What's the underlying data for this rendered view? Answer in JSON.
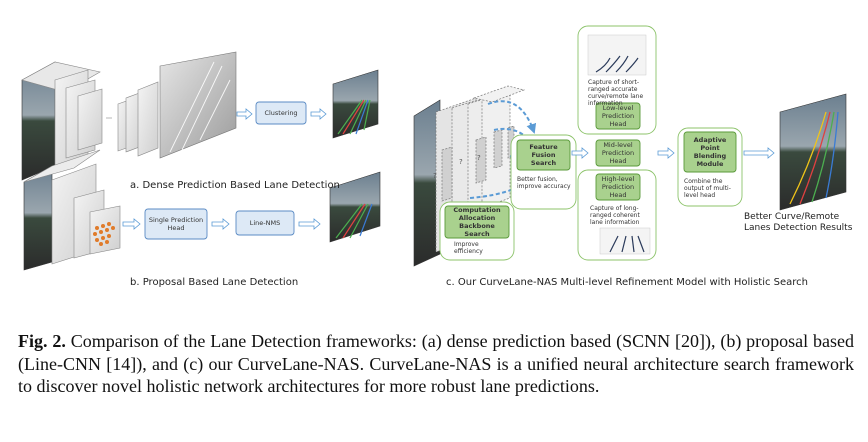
{
  "panel_a": {
    "caption": "a. Dense Prediction Based Lane Detection",
    "clustering": "Clustering"
  },
  "panel_b": {
    "caption": "b. Proposal Based Lane Detection",
    "single_head": "Single Prediction Head",
    "line_nms": "Line-NMS"
  },
  "panel_c": {
    "caption": "c. Our CurveLane-NAS Multi-level Refinement Model with Holistic Search",
    "feature_fusion": "Feature Fusion Search",
    "feature_fusion_note": "Better fusion, improve accuracy",
    "computation": "Computation Allocation Backbone Search",
    "computation_note": "Improve efficiency",
    "low_level_note": "Capture of short-ranged accurate curve/remote lane information",
    "low_level": "Low-level Prediction Head",
    "mid_level": "Mid-level Prediction Head",
    "high_level": "High-level Prediction Head",
    "high_level_note": "Capture of long-ranged coherent lane information",
    "blending": "Adaptive Point Blending Module",
    "blending_note": "Combine the output of multi-level head",
    "result": "Better Curve/Remote Lanes Detection Results"
  },
  "colors": {
    "blue_box_fill": "#dde9f6",
    "blue_box_stroke": "#5b8bc4",
    "green_box_fill": "#a9d18e",
    "green_box_stroke": "#5a9a3a",
    "green_container_stroke": "#8cc36a",
    "arrow_blue": "#5b9bd5"
  },
  "caption": {
    "fig_label": "Fig. 2.",
    "text": "Comparison of the Lane Detection frameworks: (a) dense prediction based (SCNN [20]), (b) proposal based (Line-CNN [14]), and (c) our CurveLane-NAS. CurveLane-NAS is a unified neural architecture search framework to discover novel holistic network architectures for more robust lane predictions."
  }
}
